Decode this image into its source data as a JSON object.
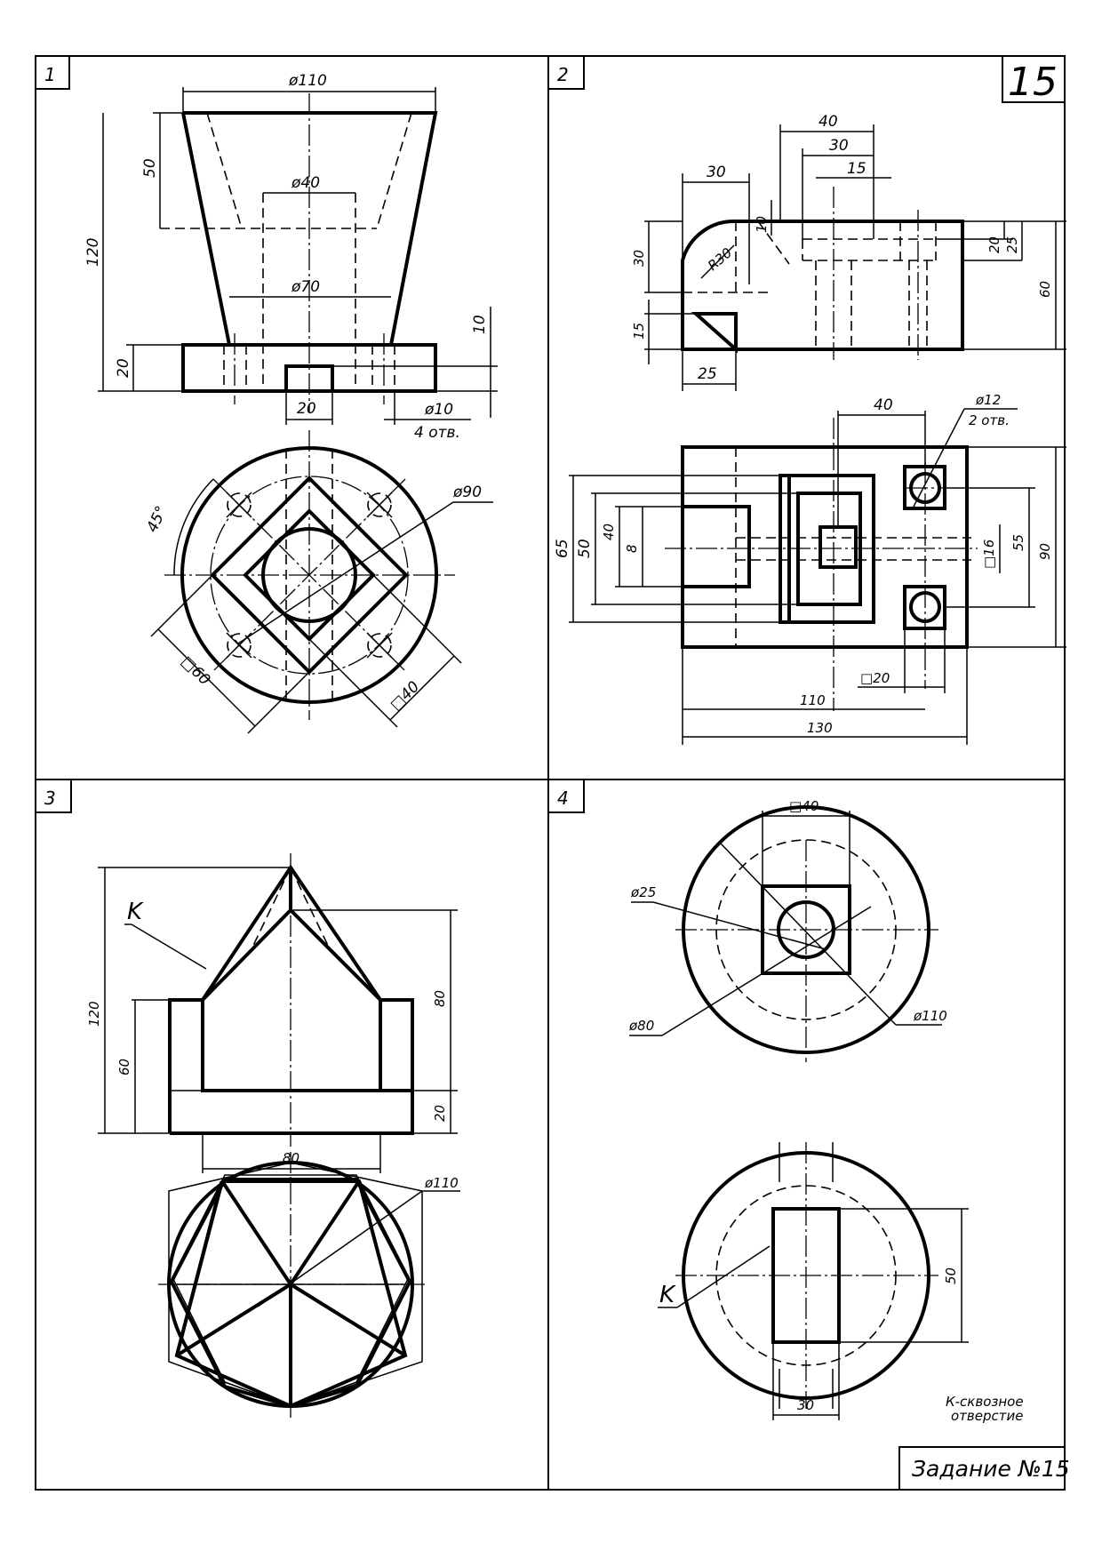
{
  "sheet_number": "15",
  "title_block": "Задание №15",
  "panels": [
    {
      "number": "1"
    },
    {
      "number": "2"
    },
    {
      "number": "3"
    },
    {
      "number": "4"
    }
  ],
  "panel1": {
    "d110": "ø110",
    "h50": "50",
    "d40": "ø40",
    "h120": "120",
    "d70": "ø70",
    "h10": "10",
    "h20": "20",
    "w20": "20",
    "d10": "ø10",
    "holes": "4 отв.",
    "angle45": "45°",
    "d90": "ø90",
    "sq60": "□60",
    "sq40": "□40"
  },
  "panel2": {
    "w40": "40",
    "w30a": "30",
    "w30b": "30",
    "w15": "15",
    "h10": "10",
    "r30": "R30",
    "h20": "20",
    "h25": "25",
    "h30": "30",
    "h60": "60",
    "h15": "15",
    "w25": "25",
    "t40": "40",
    "d12": "ø12",
    "holes": "2 отв.",
    "v65": "65",
    "v50": "50",
    "v40": "40",
    "v8": "8",
    "sq16": "□16",
    "v55": "55",
    "v90": "90",
    "sq20": "□20",
    "w110": "110",
    "w130": "130"
  },
  "panel3": {
    "k": "K",
    "h120": "120",
    "h80": "80",
    "h60": "60",
    "h20": "20",
    "w80": "80",
    "d110": "ø110"
  },
  "panel4": {
    "sq40": "□40",
    "d25": "ø25",
    "d80": "ø80",
    "d110": "ø110",
    "h50": "50",
    "k": "K",
    "w30": "30",
    "note_line1": "К-сквозное",
    "note_line2": "отверстие"
  }
}
